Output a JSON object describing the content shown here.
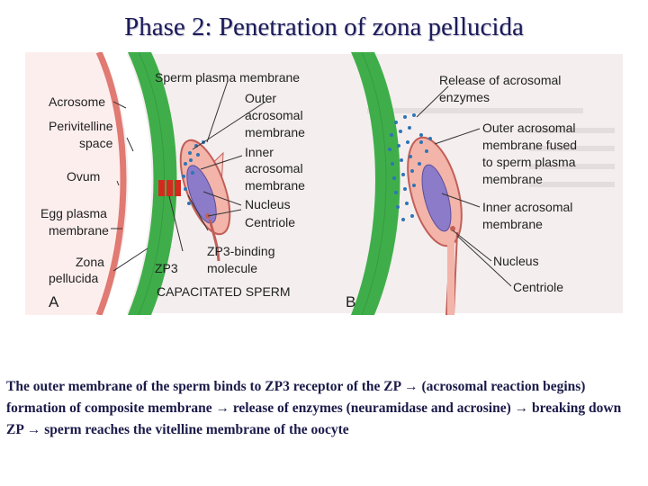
{
  "title": "Phase 2: Penetration of zona pellucida",
  "panel_a": {
    "letter": "A",
    "labels": {
      "acrosome": "Acrosome",
      "perivitelline_1": "Perivitelline",
      "perivitelline_2": "space",
      "ovum": "Ovum",
      "egg_plasma_1": "Egg plasma",
      "egg_plasma_2": "membrane",
      "zona_1": "Zona",
      "zona_2": "pellucida",
      "sperm_plasma": "Sperm plasma membrane",
      "outer_1": "Outer",
      "outer_2": "acrosomal",
      "outer_3": "membrane",
      "inner_1": "Inner",
      "inner_2": "acrosomal",
      "inner_3": "membrane",
      "nucleus": "Nucleus",
      "centriole": "Centriole",
      "zp3_binding_1": "ZP3-binding",
      "zp3_binding_2": "molecule",
      "zp3": "ZP3",
      "footer": "CAPACITATED SPERM"
    }
  },
  "panel_b": {
    "letter": "B",
    "labels": {
      "release_1": "Release of acrosomal",
      "release_2": "enzymes",
      "fused_1": "Outer acrosomal",
      "fused_2": "membrane fused",
      "fused_3": "to sperm plasma",
      "fused_4": "membrane",
      "inner_1": "Inner acrosomal",
      "inner_2": "membrane",
      "nucleus": "Nucleus",
      "centriole": "Centriole"
    }
  },
  "caption": "The outer membrane of the sperm binds to ZP3 receptor of the ZP → (acrosomal reaction begins) formation of composite membrane → release of enzymes (neuramidase and acrosine) → breaking down ZP → sperm reaches the vitelline membrane of the oocyte",
  "colors": {
    "title": "#1b1b5a",
    "zona": "#3fae4a",
    "egg_membrane": "#e07a72",
    "sperm_fill": "#f3b4aa",
    "nucleus": "#8b7bc8",
    "enzyme_dots": "#2f74b5",
    "zp3_receptor": "#d42a1e"
  }
}
